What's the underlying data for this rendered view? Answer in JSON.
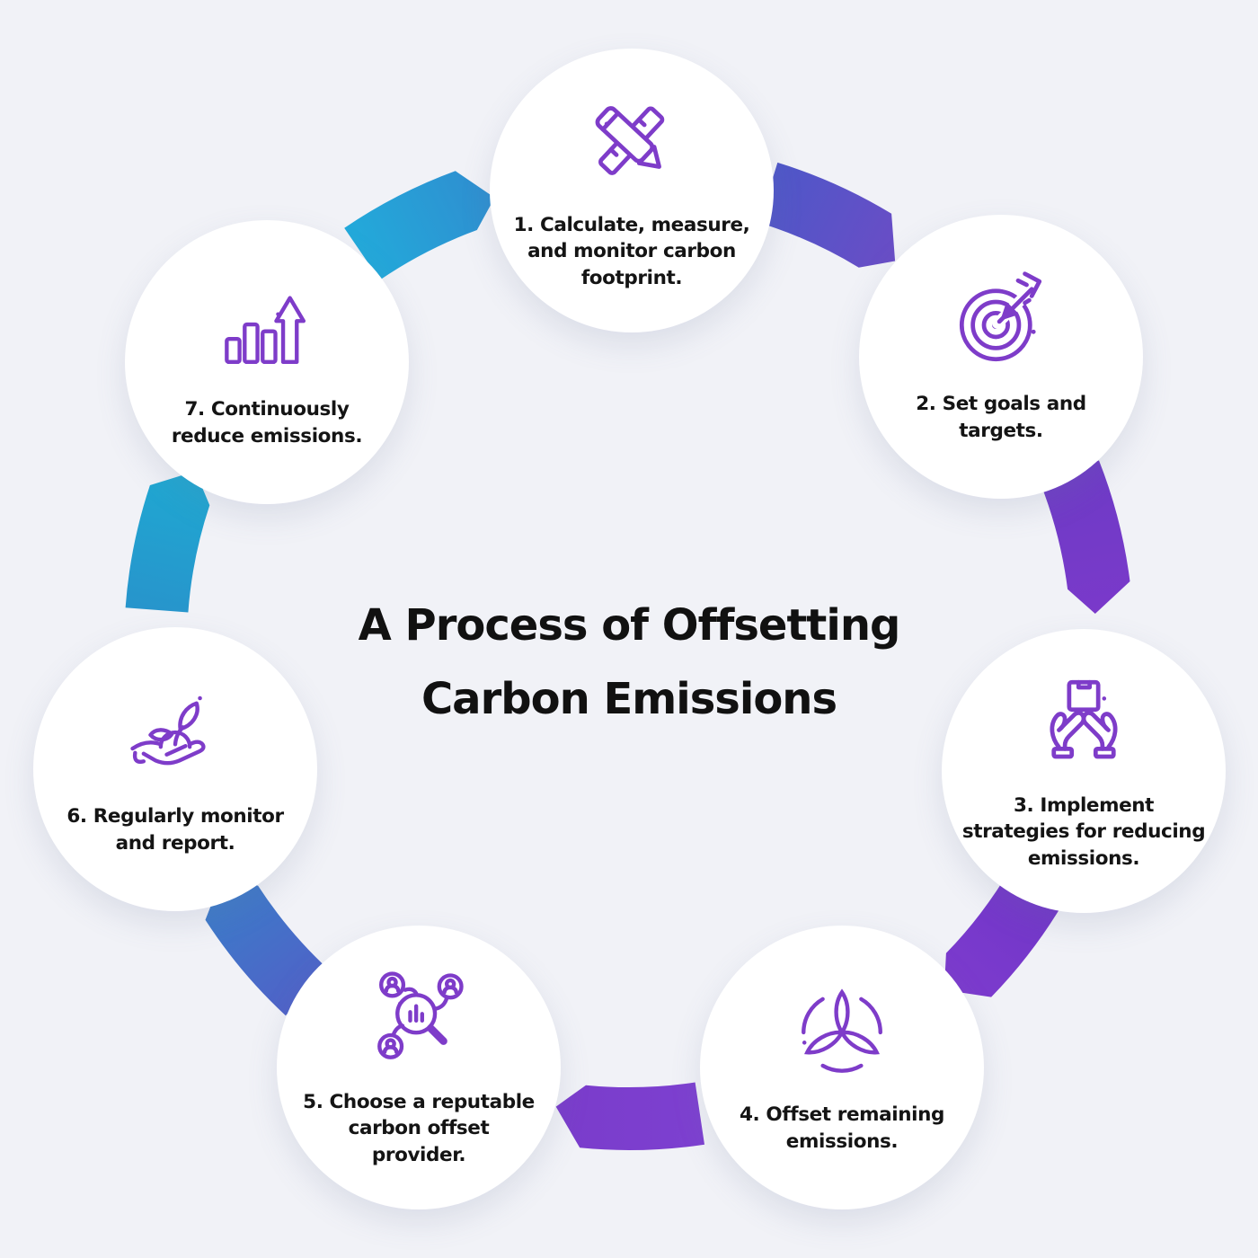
{
  "title": {
    "line1": "A Process of Offsetting",
    "line2": "Carbon Emissions"
  },
  "steps": [
    {
      "label": "1. Calculate, measure,\nand monitor carbon\nfootprint.",
      "icon": "pencil-ruler-icon"
    },
    {
      "label": "2. Set goals and\ntargets.",
      "icon": "target-arrow-icon"
    },
    {
      "label": "3. Implement\nstrategies for reducing\nemissions.",
      "icon": "hands-holding-box-icon"
    },
    {
      "label": "4. Offset remaining\nemissions.",
      "icon": "wind-turbine-icon"
    },
    {
      "label": "5. Choose a reputable\ncarbon offset\nprovider.",
      "icon": "provider-search-icon"
    },
    {
      "label": "6. Regularly monitor\nand report.",
      "icon": "hand-sprout-icon"
    },
    {
      "label": "7. Continuously\nreduce emissions.",
      "icon": "growth-chart-arrow-icon"
    }
  ],
  "colors": {
    "background": "#f1f2f7",
    "circle_fill": "#ffffff",
    "icon_stroke": "#7e3cc9",
    "title_text": "#111111",
    "step_text": "#141414",
    "connectors": [
      {
        "from": "#4f57c8",
        "to": "#6a4dc6"
      },
      {
        "from": "#6e3bc6",
        "to": "#7a39ca"
      },
      {
        "from": "#7136c8",
        "to": "#7d3bce"
      },
      {
        "from": "#7d40d0",
        "to": "#7a3ccb"
      },
      {
        "from": "#4f63c8",
        "to": "#3a7ec9"
      },
      {
        "from": "#2795cc",
        "to": "#1fa9d2"
      },
      {
        "from": "#23a9da",
        "to": "#2f8ed0"
      }
    ]
  }
}
